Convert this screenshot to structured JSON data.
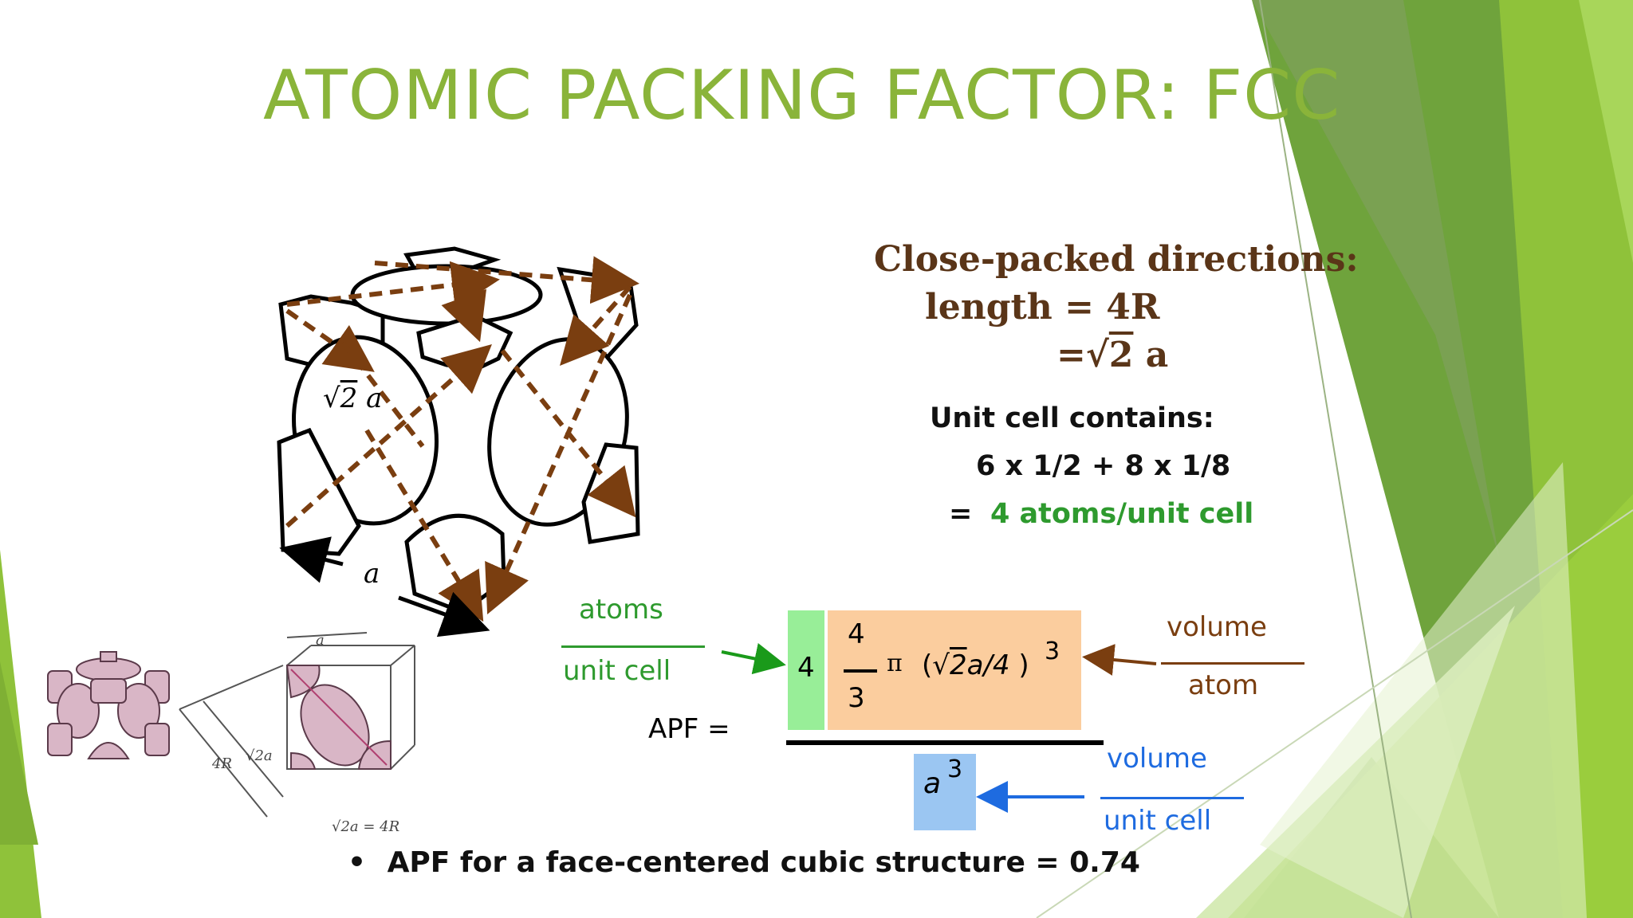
{
  "slide": {
    "title": "ATOMIC PACKING FACTOR:  FCC",
    "close_packed": {
      "heading": "Close-packed directions:",
      "length": "length = 4R",
      "eq_prefix": "=",
      "root_two": "2",
      "var_a": "a"
    },
    "unit_cell": {
      "heading": "Unit cell contains:",
      "expression": "6 x 1/2 + 8 x 1/8",
      "equals": "=",
      "result": "4 atoms/unit cell"
    },
    "apf": {
      "label": "APF =",
      "atoms_num": "4",
      "frac_num": "4",
      "frac_den": "3",
      "pi": "π",
      "paren_open": "(",
      "root_two": "2",
      "a_over_4": "a/4",
      "paren_close": ")",
      "cube_exp": "3",
      "denominator_var": "a",
      "denominator_exp": "3"
    },
    "annotations": {
      "atoms": "atoms",
      "unit_cell_1": "unit cell",
      "volume_1": "volume",
      "atom": "atom",
      "volume_2": "volume",
      "unit_cell_2": "unit cell"
    },
    "figure_labels": {
      "root2a": "a",
      "root2_digit": "2",
      "edge_a": "a",
      "small_a": "a",
      "small_4r": "4R",
      "small_root2a": "√2a",
      "small_eq": "√2a = 4R"
    },
    "bullet": "APF for a face-centered cubic structure = 0.74"
  },
  "colors": {
    "title_green": "#8ab43a",
    "arrow_brown": "#7a3e10",
    "note_green": "#2e9a2e",
    "note_blue": "#1e6be0",
    "box_green": "#98ee98",
    "box_orange": "#fbcd9e",
    "box_blue": "#9bc6f2"
  }
}
